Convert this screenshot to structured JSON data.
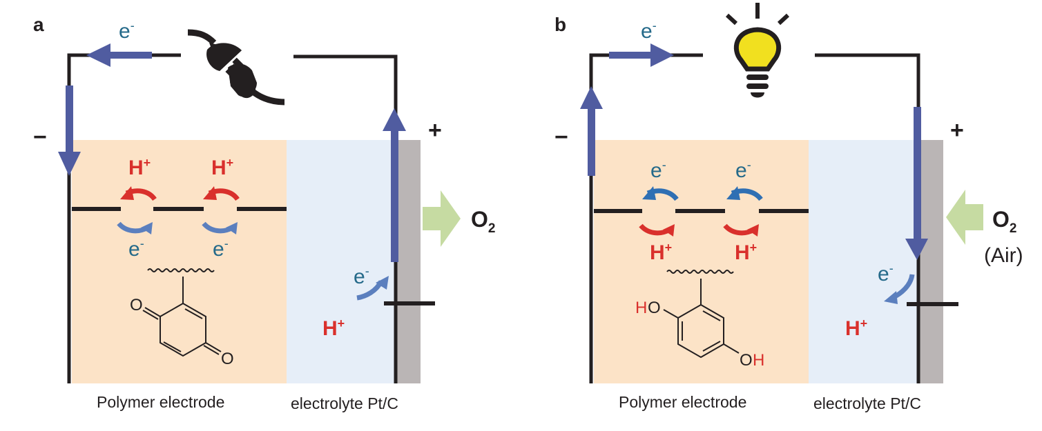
{
  "colors": {
    "polymer_bg": "#fce3c7",
    "electrolyte_bg": "#e6eef8",
    "ptc_bg": "#bab5b5",
    "wire": "#231f20",
    "electron_arrow": "#505ca0",
    "electron_text": "#256a8a",
    "electron_curve_a": "#5b7fbe",
    "electron_curve_b": "#2f6fb3",
    "proton": "#d9302c",
    "o2_arrow": "#c6dba2",
    "bulb_fill": "#f1e01f"
  },
  "panels": [
    {
      "letter": "a",
      "mode": "charging",
      "device_icon": "plug-icon",
      "negative_sign": "−",
      "positive_sign": "+",
      "electron": "e",
      "electron_sup": "-",
      "proton": "H",
      "proton_sup": "+",
      "o2_main": "O",
      "o2_sub": "2",
      "o2_direction": "out",
      "air_label": "",
      "molecule": "quinone",
      "captions": {
        "polymer": "Polymer electrode",
        "electrolyte": "electrolyte Pt/C"
      }
    },
    {
      "letter": "b",
      "mode": "discharging",
      "device_icon": "lightbulb-icon",
      "negative_sign": "−",
      "positive_sign": "+",
      "electron": "e",
      "electron_sup": "-",
      "proton": "H",
      "proton_sup": "+",
      "o2_main": "O",
      "o2_sub": "2",
      "o2_direction": "in",
      "air_label": "(Air)",
      "molecule": "hydroquinone",
      "captions": {
        "polymer": "Polymer electrode",
        "electrolyte": "electrolyte Pt/C"
      }
    }
  ],
  "molecule_labels": {
    "quinone_o_top": "O",
    "quinone_o_bottom": "O",
    "hq_h_top": "H",
    "hq_o_top": "O",
    "hq_o_bottom": "O",
    "hq_h_bottom": "H"
  }
}
